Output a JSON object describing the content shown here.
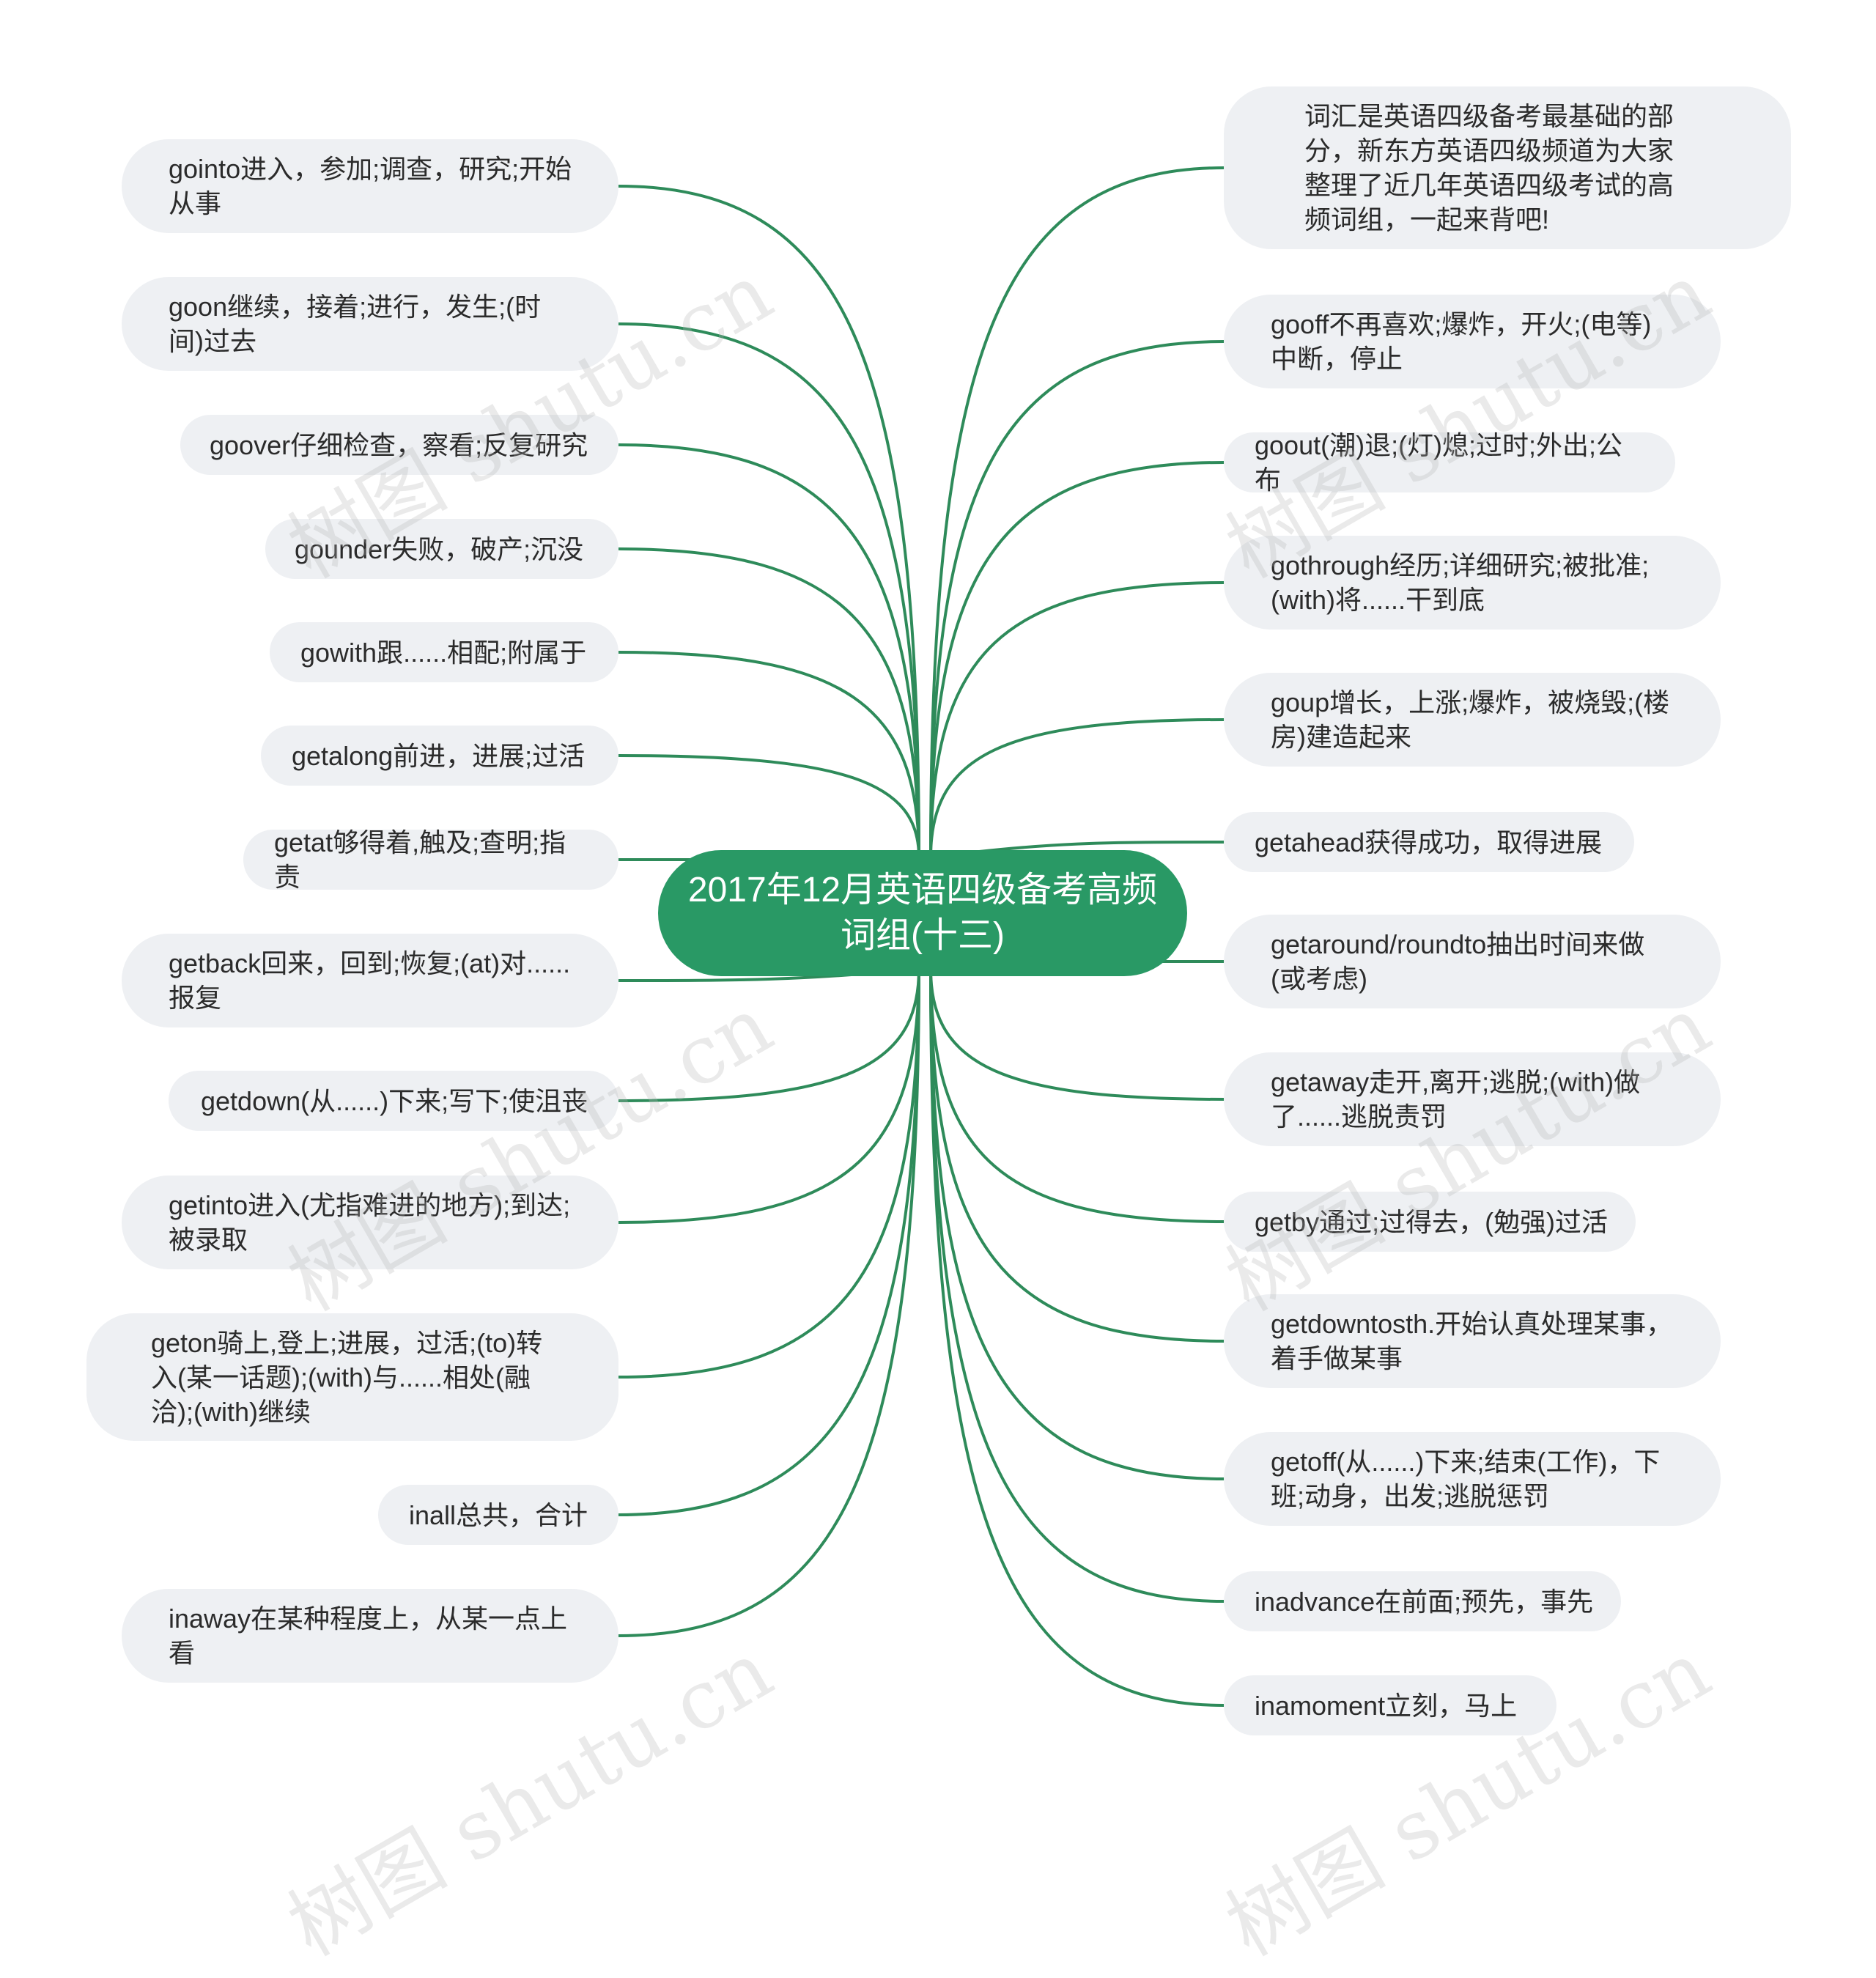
{
  "root": {
    "text": "2017年12月英语四级备考高频词组(十三)"
  },
  "colors": {
    "root_bg": "#299965",
    "line": "#2e8b5a",
    "node_bg": "#eef0f3",
    "node_text": "#2b2b2b"
  },
  "watermark": "树图 shutu.cn",
  "left_nodes": [
    {
      "text": "gointo进入，参加;调查，研究;开始从事"
    },
    {
      "text": "goon继续，接着;进行，发生;(时间)过去"
    },
    {
      "text": "goover仔细检查，察看;反复研究"
    },
    {
      "text": "gounder失败，破产;沉没"
    },
    {
      "text": "gowith跟......相配;附属于"
    },
    {
      "text": "getalong前进，进展;过活"
    },
    {
      "text": "getat够得着,触及;查明;指责"
    },
    {
      "text": "getback回来，回到;恢复;(at)对......报复"
    },
    {
      "text": "getdown(从......)下来;写下;使沮丧"
    },
    {
      "text": "getinto进入(尤指难进的地方);到达;被录取"
    },
    {
      "text": "geton骑上,登上;进展，过活;(to)转入(某一话题);(with)与......相处(融洽);(with)继续"
    },
    {
      "text": "inall总共，合计"
    },
    {
      "text": "inaway在某种程度上，从某一点上看"
    }
  ],
  "right_nodes": [
    {
      "text": "词汇是英语四级备考最基础的部分，新东方英语四级频道为大家整理了近几年英语四级考试的高频词组，一起来背吧!"
    },
    {
      "text": "gooff不再喜欢;爆炸，开火;(电等)中断，停止"
    },
    {
      "text": "goout(潮)退;(灯)熄;过时;外出;公布"
    },
    {
      "text": "gothrough经历;详细研究;被批准;(with)将......干到底"
    },
    {
      "text": "goup增长，上涨;爆炸，被烧毁;(楼房)建造起来"
    },
    {
      "text": "getahead获得成功，取得进展"
    },
    {
      "text": "getaround/roundto抽出时间来做(或考虑)"
    },
    {
      "text": "getaway走开,离开;逃脱;(with)做了......逃脱责罚"
    },
    {
      "text": "getby通过;过得去，(勉强)过活"
    },
    {
      "text": "getdowntosth.开始认真处理某事，着手做某事"
    },
    {
      "text": "getoff(从......)下来;结束(工作)，下班;动身，出发;逃脱惩罚"
    },
    {
      "text": "inadvance在前面;预先，事先"
    },
    {
      "text": "inamoment立刻，马上"
    }
  ]
}
